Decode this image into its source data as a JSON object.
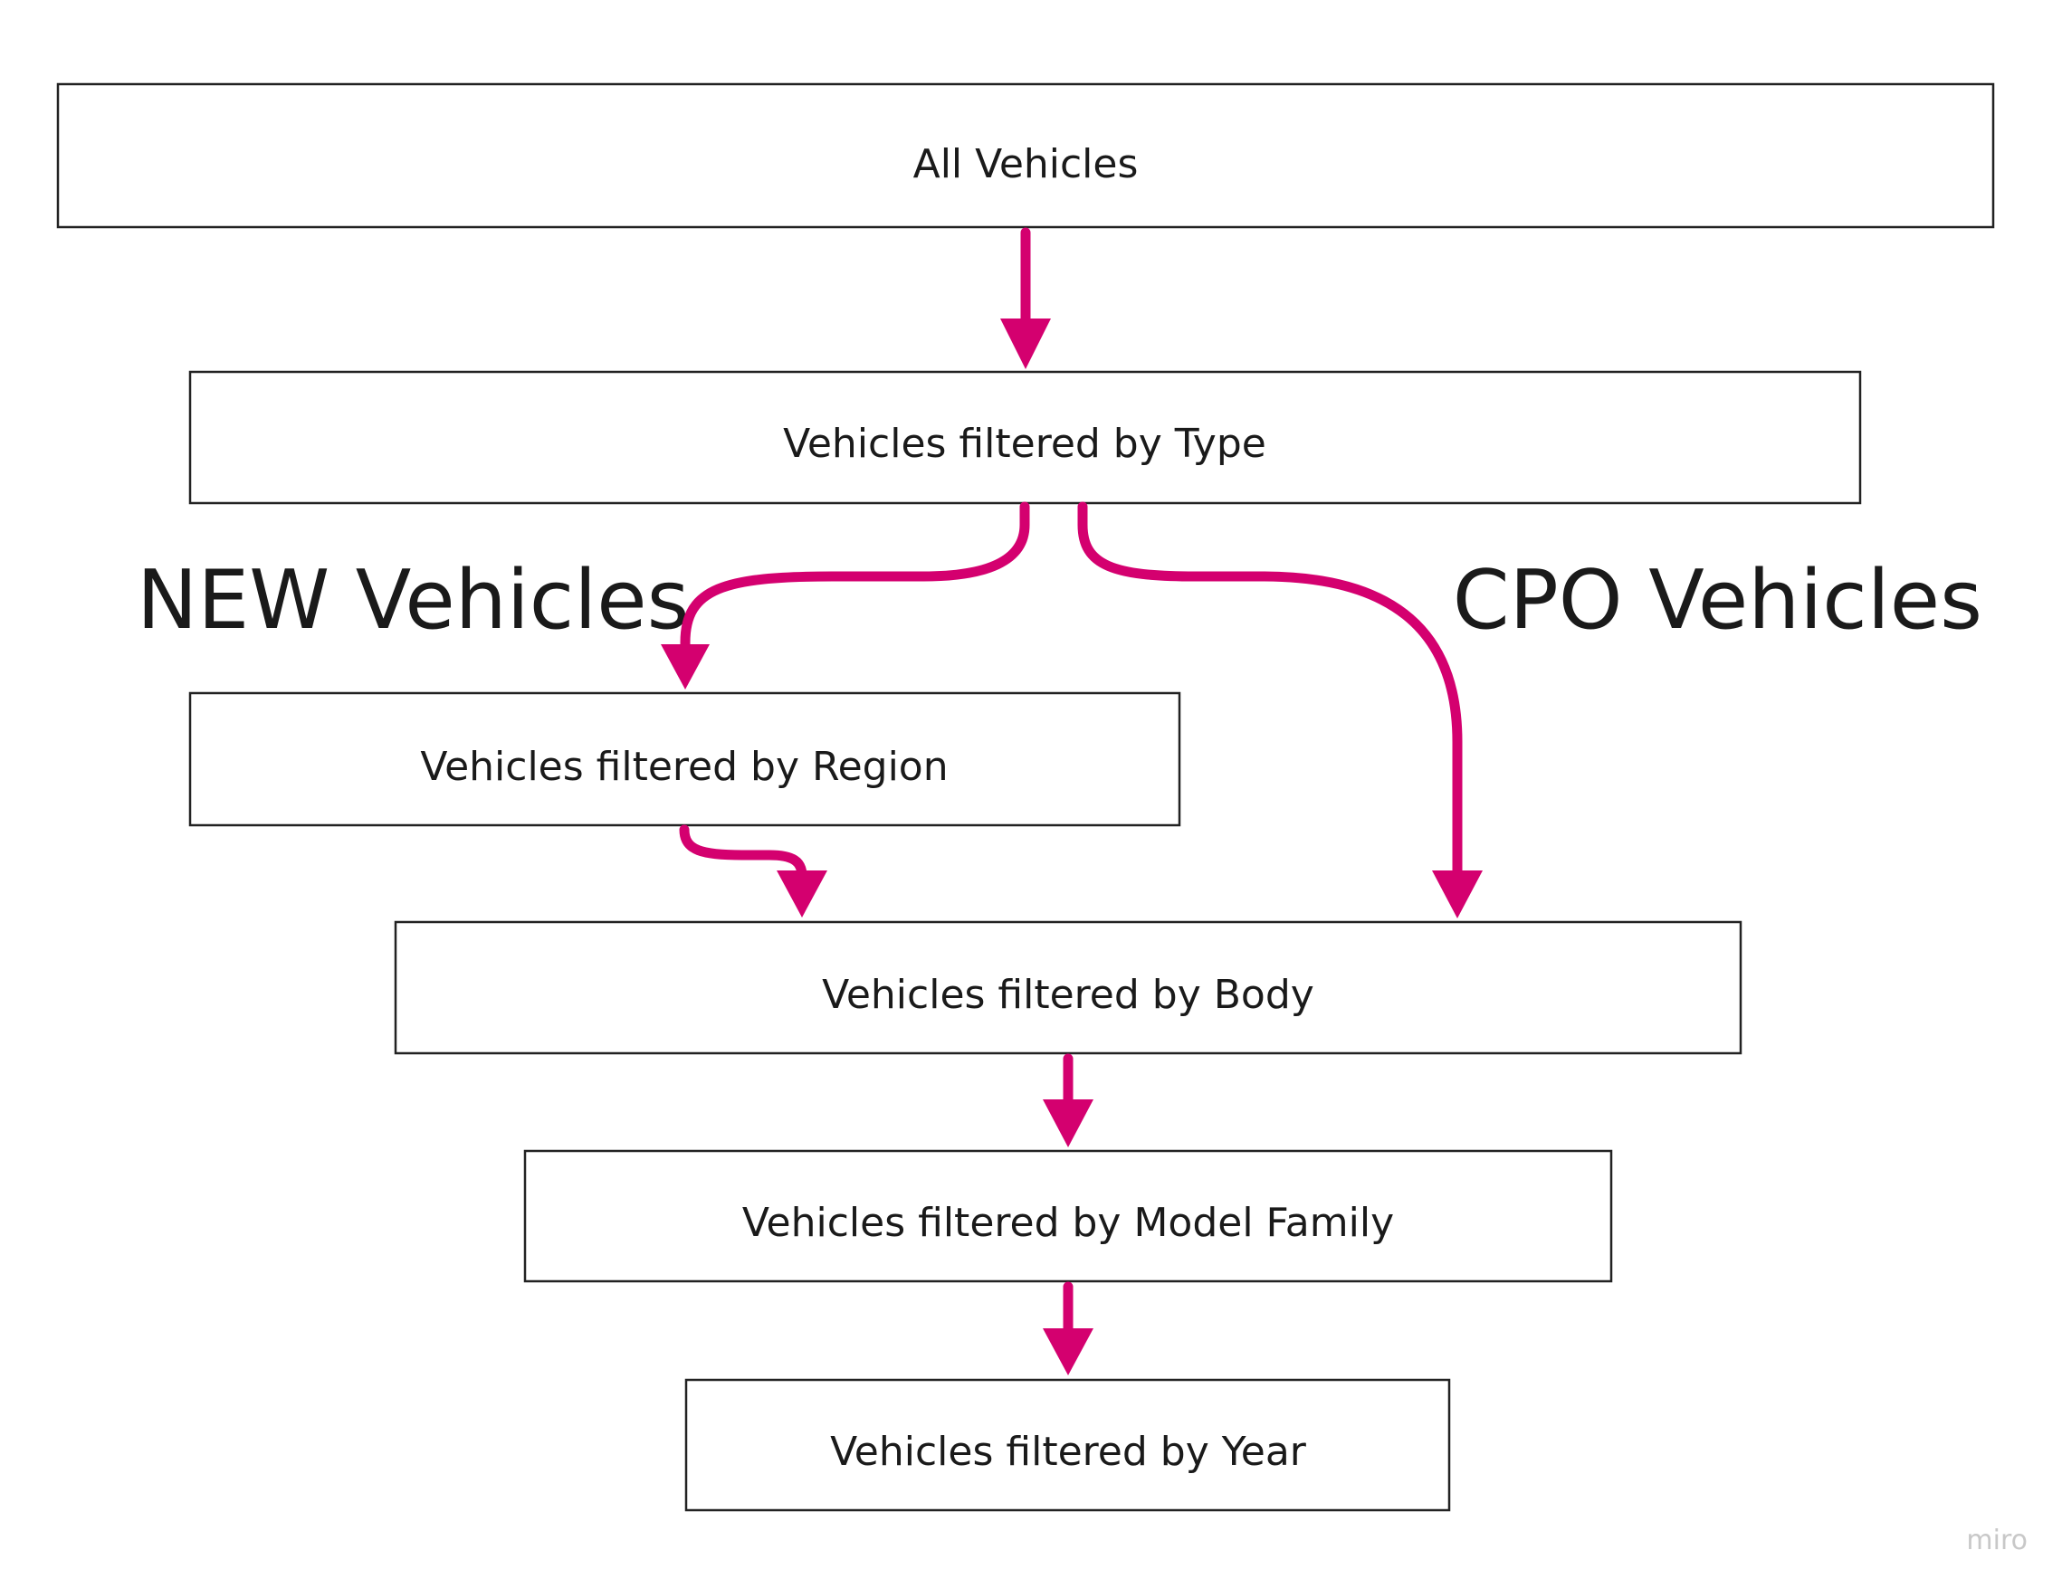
{
  "nodes": {
    "all": "All Vehicles",
    "type": "Vehicles filtered by Type",
    "region": "Vehicles filtered by Region",
    "body": "Vehicles filtered by Body",
    "model_family": "Vehicles filtered by Model Family",
    "year": "Vehicles filtered by Year"
  },
  "branches": {
    "new": "NEW Vehicles",
    "cpo": "CPO Vehicles"
  },
  "watermark": "miro",
  "colors": {
    "arrow": "#d4006f",
    "box_border": "#222222",
    "text": "#1a1a1a"
  }
}
